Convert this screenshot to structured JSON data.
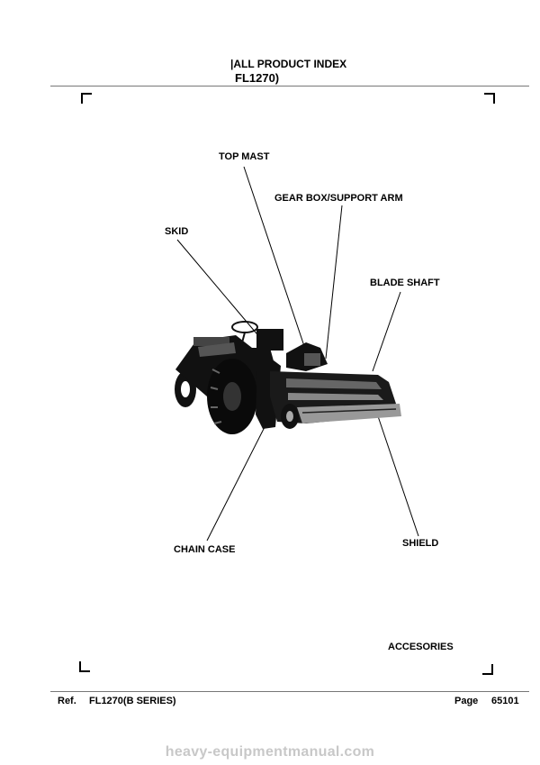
{
  "header": {
    "index_title": "|ALL PRODUCT INDEX",
    "model_code": "FL1270)"
  },
  "diagram": {
    "labels": {
      "top_mast": "TOP MAST",
      "gear_box": "GEAR BOX/SUPPORT ARM",
      "skid": "SKID",
      "blade_shaft": "BLADE SHAFT",
      "chain_case": "CHAIN CASE",
      "shield": "SHIELD",
      "accessories": "ACCESORIES"
    },
    "image_subject": "tractor-with-rotary-tiller"
  },
  "footer": {
    "ref_label": "Ref.",
    "ref_value": "FL1270(B SERIES)",
    "page_label": "Page",
    "page_value": "65101"
  },
  "watermark": "heavy-equipmentmanual.com"
}
